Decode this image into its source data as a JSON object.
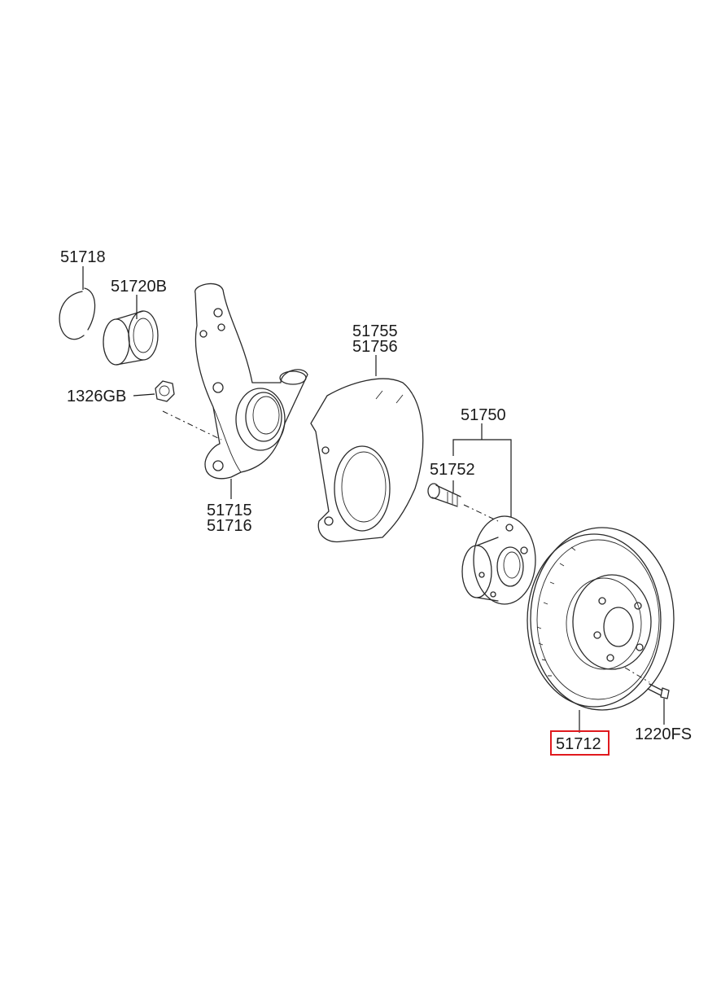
{
  "parts": {
    "retaining_ring": "51718",
    "wheel_bearing": "51720B",
    "nut": "1326GB",
    "knuckle_left": "51715",
    "knuckle_right": "51716",
    "dust_cover_left": "51755",
    "dust_cover_right": "51756",
    "hub_assembly": "51750",
    "hub_bolt": "51752",
    "brake_disc": "51712",
    "disc_screw": "1220FS"
  },
  "highlight": {
    "part": "51712",
    "color": "#e0191e"
  }
}
